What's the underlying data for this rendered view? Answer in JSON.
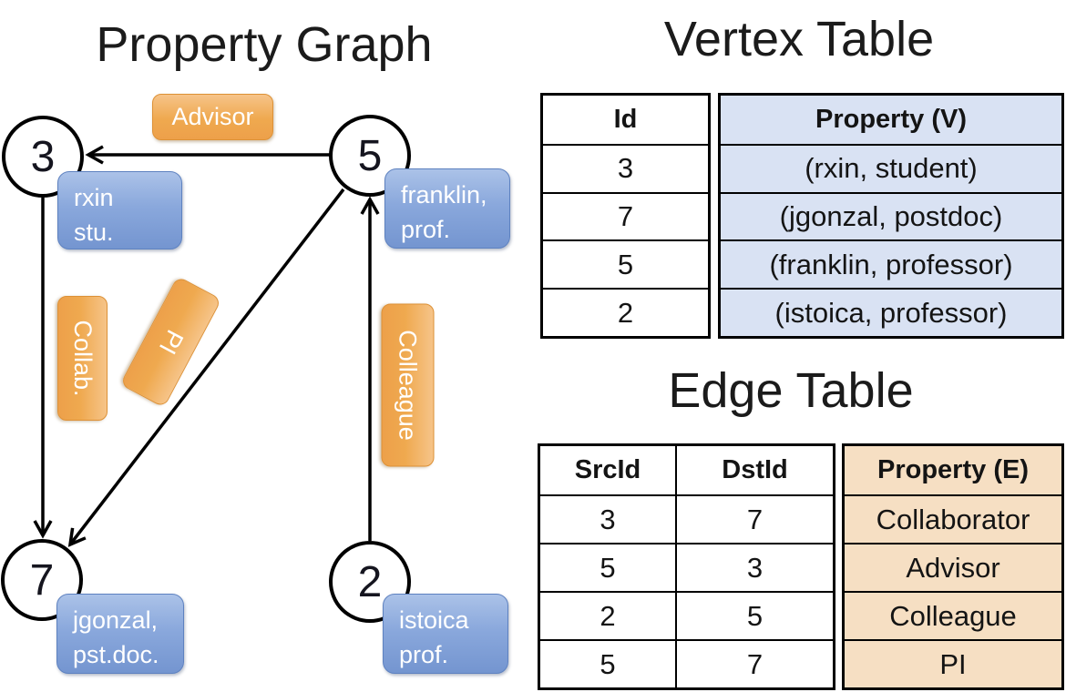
{
  "graph": {
    "title": "Property Graph",
    "nodes": [
      {
        "id": "3",
        "line1": "rxin",
        "line2": "stu."
      },
      {
        "id": "5",
        "line1": "franklin,",
        "line2": "prof."
      },
      {
        "id": "7",
        "line1": "jgonzal,",
        "line2": "pst.doc."
      },
      {
        "id": "2",
        "line1": "istoica",
        "line2": "prof."
      }
    ],
    "edge_labels": {
      "advisor": "Advisor",
      "collab": "Collab.",
      "pi": "PI",
      "colleague": "Colleague"
    }
  },
  "vertex_table": {
    "title": "Vertex Table",
    "headers": {
      "id": "Id",
      "property": "Property (V)"
    },
    "rows": [
      {
        "id": "3",
        "property": "(rxin, student)"
      },
      {
        "id": "7",
        "property": "(jgonzal, postdoc)"
      },
      {
        "id": "5",
        "property": "(franklin, professor)"
      },
      {
        "id": "2",
        "property": "(istoica, professor)"
      }
    ]
  },
  "edge_table": {
    "title": "Edge Table",
    "headers": {
      "src": "SrcId",
      "dst": "DstId",
      "property": "Property (E)"
    },
    "rows": [
      {
        "src": "3",
        "dst": "7",
        "property": "Collaborator"
      },
      {
        "src": "5",
        "dst": "3",
        "property": "Advisor"
      },
      {
        "src": "2",
        "dst": "5",
        "property": "Colleague"
      },
      {
        "src": "5",
        "dst": "7",
        "property": "PI"
      }
    ]
  },
  "colors": {
    "edge_label_orange": "#EFA94F",
    "vertex_property_blue": "#7E9ED5",
    "vertex_table_cell_bg": "#D9E2F3",
    "edge_table_cell_bg": "#F6DFC3",
    "line_black": "#000000"
  }
}
